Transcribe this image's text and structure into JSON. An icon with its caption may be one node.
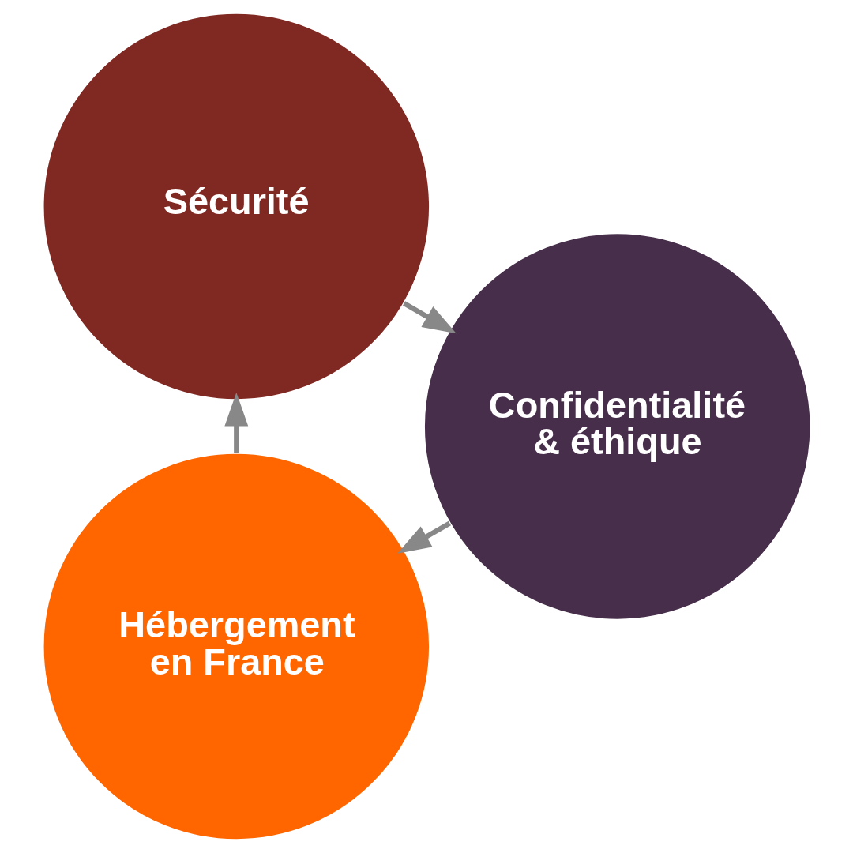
{
  "diagram": {
    "nodes": [
      {
        "text": [
          "Hébergement en France"
        ]
      },
      {
        "text": [
          "Sécurité"
        ]
      },
      {
        "text": [
          "Confidentialité & éthique"
        ]
      }
    ],
    "edges": [
      {
        "from": 0,
        "to": 1,
        "arrow": "to"
      },
      {
        "from": 1,
        "to": 2,
        "arrow": "to"
      },
      {
        "from": 2,
        "to": 0,
        "arrow": "to"
      }
    ]
  }
}
